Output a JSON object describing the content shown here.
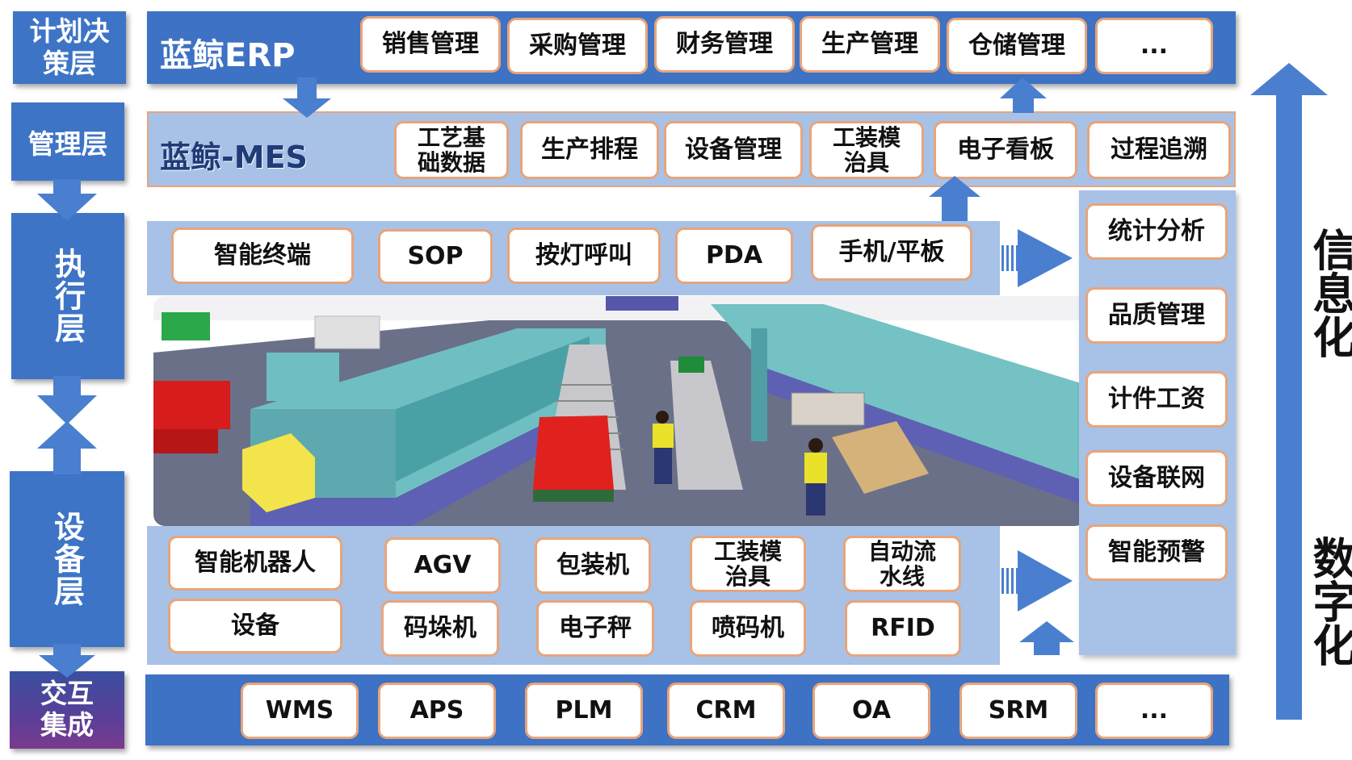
{
  "layers": {
    "plan": "计划决策层",
    "manage": "管理层",
    "execute": "执行层",
    "device": "设备层",
    "integrate": "交互集成"
  },
  "erp": {
    "title": "蓝鲸ERP",
    "modules": [
      "销售管理",
      "采购管理",
      "财务管理",
      "生产管理",
      "仓储管理",
      "..."
    ]
  },
  "mes": {
    "title": "蓝鲸-MES",
    "modules": [
      "工艺基础数据",
      "生产排程",
      "设备管理",
      "工装模治具",
      "电子看板",
      "过程追溯"
    ]
  },
  "execution": {
    "items": [
      "智能终端",
      "SOP",
      "按灯呼叫",
      "PDA",
      "手机/平板"
    ]
  },
  "devices": {
    "row1": [
      "智能机器人",
      "AGV",
      "包装机",
      "工装模治具",
      "自动流水线"
    ],
    "row2": [
      "设备",
      "码垛机",
      "电子秤",
      "喷码机",
      "RFID"
    ]
  },
  "analytics": {
    "items": [
      "统计分析",
      "品质管理",
      "计件工资",
      "设备联网",
      "智能预警"
    ]
  },
  "integration": {
    "systems": [
      "WMS",
      "APS",
      "PLM",
      "CRM",
      "OA",
      "SRM",
      "..."
    ]
  },
  "trend": {
    "upper": "信息化",
    "lower": "数字化"
  },
  "colors": {
    "primary_blue": "#3d72c4",
    "light_blue": "#a7c2e6",
    "pill_border": "#e8a47a",
    "arrow_blue": "#4a7fcf"
  }
}
